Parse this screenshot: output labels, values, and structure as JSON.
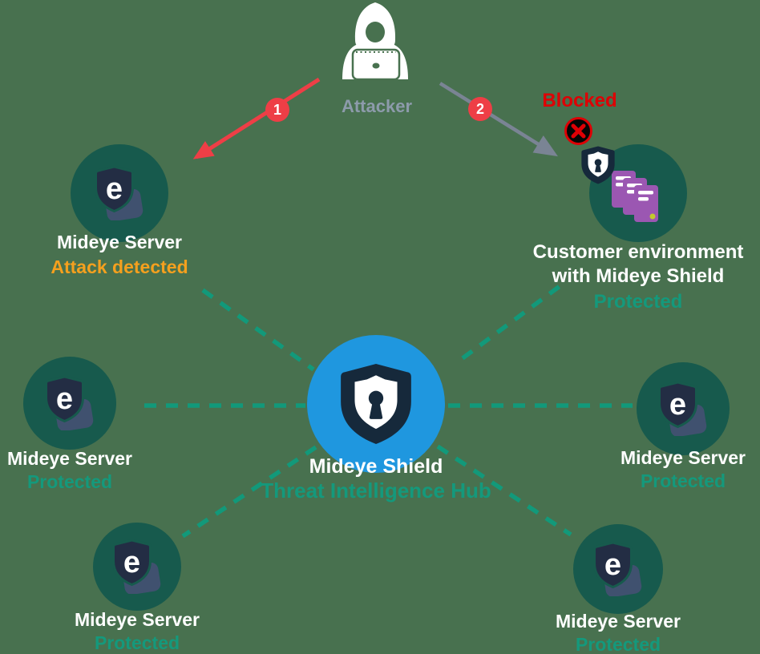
{
  "colors": {
    "background": "#48714F",
    "node_circle": "#175A4D",
    "hub_circle": "#1F97DF",
    "shield_navy": "#232D44",
    "hub_shield_navy": "#16293B",
    "bubble_slate": "#40516F",
    "dash_teal": "#12997A",
    "protected_green": "#14997C",
    "attack_orange": "#F5A01E",
    "alert_red": "#EE3E46",
    "blocked_red": "#DE0005",
    "arrow_gray": "#7A8494",
    "attacker_gray": "#8D9BAB",
    "purple_server": "#9B57B2",
    "dot_yellow": "#C3CB2C",
    "text_white": "#FFFFFF"
  },
  "icons": {
    "attacker": "hooded-hacker-with-laptop",
    "server": "shield-with-e-logo-and-chat-bubble",
    "hub": "shield-with-keyhole",
    "blocked": "x-in-circle",
    "customer_servers": "stacked-purple-servers"
  },
  "attacker": {
    "label": "Attacker"
  },
  "flow": {
    "step1_badge": "1",
    "step2_badge": "2",
    "blocked_label": "Blocked"
  },
  "logo": {
    "letter": "e"
  },
  "hub": {
    "title": "Mideye Shield",
    "subtitle": "Threat Intelligence Hub"
  },
  "nodes": {
    "top_left": {
      "title": "Mideye Server",
      "status": "Attack detected"
    },
    "mid_left": {
      "title": "Mideye Server",
      "status": "Protected"
    },
    "bottom_left": {
      "title": "Mideye Server",
      "status": "Protected"
    },
    "mid_right": {
      "title": "Mideye Server",
      "status": "Protected"
    },
    "bottom_right": {
      "title": "Mideye Server",
      "status": "Protected"
    },
    "customer": {
      "line1": "Customer environment",
      "line2": "with Mideye Shield",
      "status": "Protected"
    }
  }
}
